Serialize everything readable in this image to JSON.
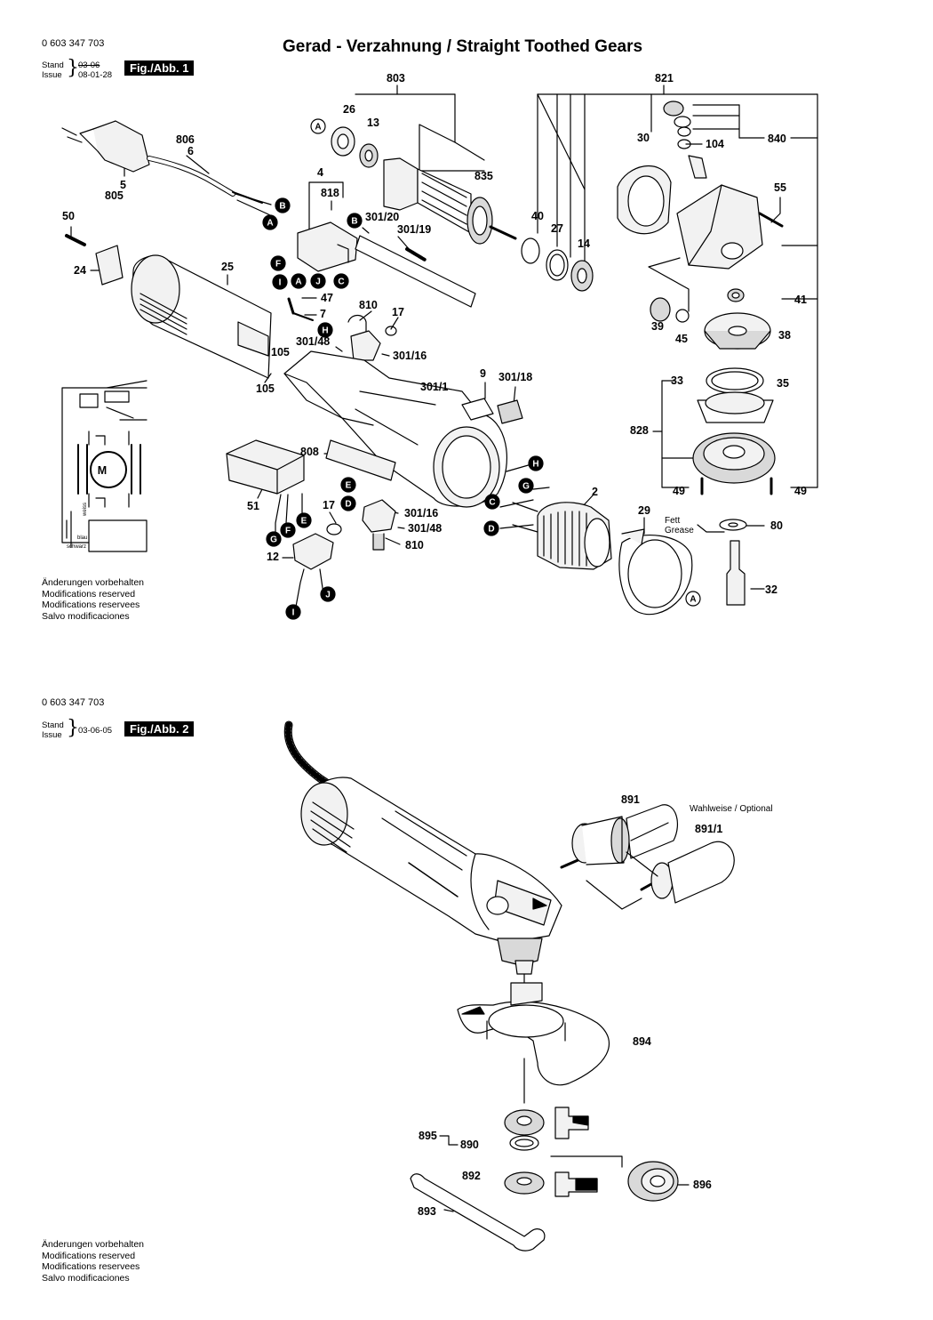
{
  "header": {
    "doc_number": "0 603 347 703",
    "title": "Gerad - Verzahnung / Straight Toothed Gears"
  },
  "fig1": {
    "stand_label": "Stand",
    "issue_label": "Issue",
    "date_old": "03-06",
    "date_new": "08-01-28",
    "fig_label": "Fig./Abb. 1"
  },
  "fig2": {
    "doc_number": "0 603 347 703",
    "stand_label": "Stand",
    "issue_label": "Issue",
    "date": "03-06-05",
    "fig_label": "Fig./Abb. 2"
  },
  "notes": [
    "Änderungen vorbehalten",
    "Modifications reserved",
    "Modifications reservees",
    "Salvo modificaciones"
  ],
  "wiring": {
    "label_blue": "blau",
    "label_black": "schwarz",
    "label_white": "weiss",
    "motor_symbol": "M"
  },
  "part_labels_fig1": [
    {
      "text": "803"
    },
    {
      "text": "821"
    },
    {
      "text": "26"
    },
    {
      "text": "13"
    },
    {
      "text": "806"
    },
    {
      "text": "6"
    },
    {
      "text": "30"
    },
    {
      "text": "104"
    },
    {
      "text": "840"
    },
    {
      "text": "835"
    },
    {
      "text": "5"
    },
    {
      "text": "805"
    },
    {
      "text": "4"
    },
    {
      "text": "818"
    },
    {
      "text": "55"
    },
    {
      "text": "50"
    },
    {
      "text": "301/20"
    },
    {
      "text": "301/19"
    },
    {
      "text": "40"
    },
    {
      "text": "27"
    },
    {
      "text": "14"
    },
    {
      "text": "24"
    },
    {
      "text": "25"
    },
    {
      "text": "47"
    },
    {
      "text": "7"
    },
    {
      "text": "810"
    },
    {
      "text": "17"
    },
    {
      "text": "41"
    },
    {
      "text": "39"
    },
    {
      "text": "45"
    },
    {
      "text": "38"
    },
    {
      "text": "301/48"
    },
    {
      "text": "105"
    },
    {
      "text": "301/16"
    },
    {
      "text": "105"
    },
    {
      "text": "9"
    },
    {
      "text": "301/18"
    },
    {
      "text": "301/1"
    },
    {
      "text": "33"
    },
    {
      "text": "35"
    },
    {
      "text": "828"
    },
    {
      "text": "808"
    },
    {
      "text": "2"
    },
    {
      "text": "49"
    },
    {
      "text": "49"
    },
    {
      "text": "51"
    },
    {
      "text": "17"
    },
    {
      "text": "301/16"
    },
    {
      "text": "29"
    },
    {
      "text": "301/48"
    },
    {
      "text": "80"
    },
    {
      "text": "810"
    },
    {
      "text": "12"
    },
    {
      "text": "32"
    }
  ],
  "grease_label": [
    "Fett",
    "Grease"
  ],
  "ref_letters_fig1": [
    {
      "text": "A"
    },
    {
      "text": "B"
    },
    {
      "text": "A"
    },
    {
      "text": "B"
    },
    {
      "text": "F"
    },
    {
      "text": "I"
    },
    {
      "text": "A"
    },
    {
      "text": "J"
    },
    {
      "text": "C"
    },
    {
      "text": "H"
    },
    {
      "text": "H"
    },
    {
      "text": "G"
    },
    {
      "text": "E"
    },
    {
      "text": "C"
    },
    {
      "text": "D"
    },
    {
      "text": "D"
    },
    {
      "text": "G"
    },
    {
      "text": "F"
    },
    {
      "text": "E"
    },
    {
      "text": "J"
    },
    {
      "text": "I"
    },
    {
      "text": "A"
    }
  ],
  "part_labels_fig2": [
    {
      "text": "891"
    },
    {
      "text": "891/1"
    },
    {
      "text": "894"
    },
    {
      "text": "895"
    },
    {
      "text": "890"
    },
    {
      "text": "892"
    },
    {
      "text": "896"
    },
    {
      "text": "893"
    }
  ],
  "optional_label": "Wahlweise / Optional",
  "colors": {
    "ink": "#000000",
    "paper": "#ffffff",
    "fill_light": "#f2f2f2",
    "fill_mid": "#d9d9d9"
  }
}
